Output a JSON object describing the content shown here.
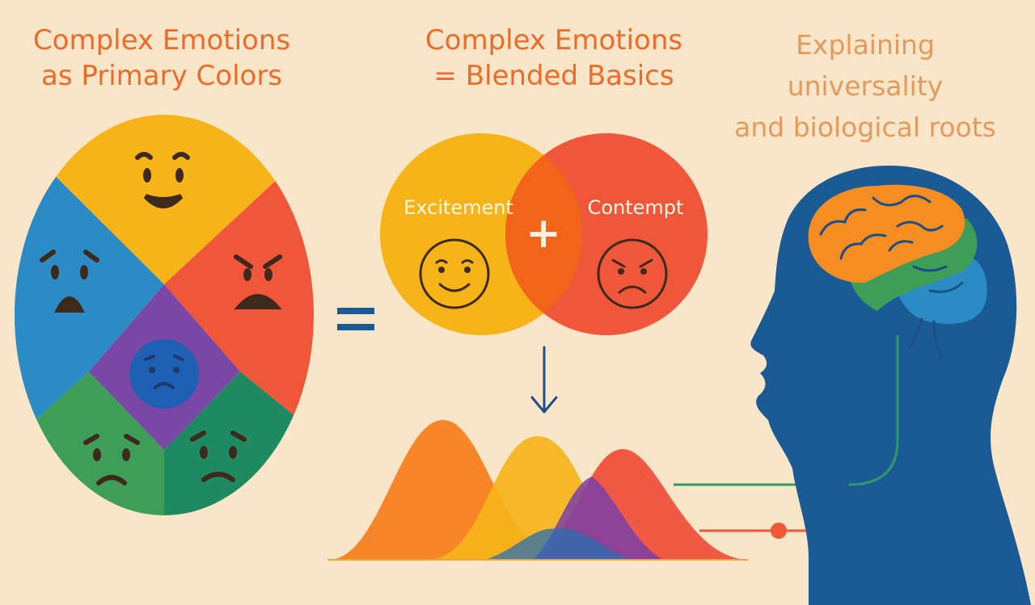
{
  "titles": {
    "left": [
      "Complex Emotions",
      "as Primary Colors"
    ],
    "middle": [
      "Complex Emotions",
      "= Blended Basics"
    ],
    "right": [
      "Explaining",
      "universality",
      "and biological roots"
    ]
  },
  "venn": {
    "left_label": "Excitement",
    "right_label": "Contempt",
    "operator": "+"
  },
  "colors": {
    "background": "#f9e6c8",
    "title_orange": "#ee6a2a",
    "title_muted": "#e39a5e",
    "yellow": "#f6b419",
    "red": "#f0563a",
    "blue": "#2b8bc4",
    "purple": "#7a47a6",
    "green": "#3e9e57",
    "teal": "#1e8a62",
    "navy": "#1b5b95",
    "face_ink": "#3d2a1c"
  },
  "icons": [
    "happy-face-icon",
    "sad-face-icon",
    "angry-face-icon",
    "frown-face-icon",
    "worried-face-icon",
    "brain-icon",
    "head-silhouette-icon",
    "arrow-down-icon",
    "equals-icon",
    "plus-icon"
  ]
}
